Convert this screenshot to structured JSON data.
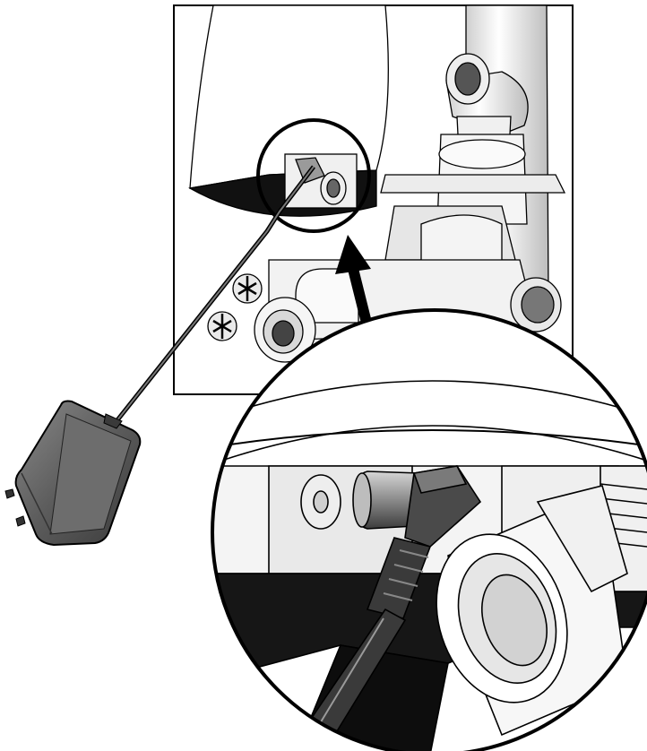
{
  "figure": {
    "kind": "installation-illustration",
    "background_color": "#ffffff",
    "line_color": "#000000",
    "colors": {
      "adapter_body": "#5c5c5c",
      "adapter_highlight": "#8a8a8a",
      "valve_body": "#f2f2f2",
      "shadow": "#1a1a1a"
    },
    "parts": {
      "overview_panel": "valve-assembly-overview",
      "callout_circle": "connector-socket-callout",
      "magnified_detail": "plug-into-socket-detail",
      "arrow": "insert-direction-arrow",
      "adapter": "power-adapter",
      "cable": "power-cable"
    }
  }
}
